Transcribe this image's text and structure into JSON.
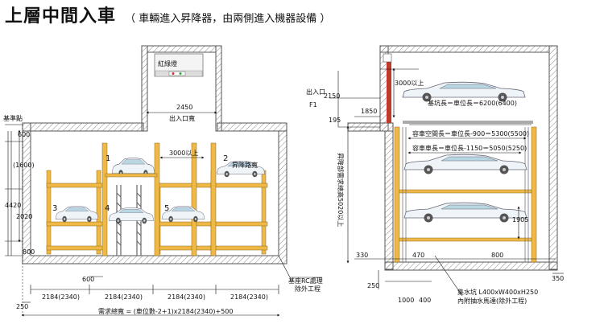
{
  "title": "上層中間入車",
  "subtitle": "（ 車輛進入昇降器，由兩側進入機器設備 ）",
  "left": {
    "datum_label": "基準點",
    "d_600": "600",
    "d_1600": "(1600)",
    "d_4420": "4420",
    "d_2020": "2020",
    "d_800": "800",
    "warning_light": "紅綠燈",
    "d_2450": "2450",
    "entry_width": "出入口寬",
    "d_3000": "3000以上",
    "lift_width": "昇降路寬",
    "pos_1": "1",
    "pos_2": "2",
    "pos_3": "3",
    "pos_4": "4",
    "pos_5": "5",
    "d_600b": "600",
    "bays": [
      "2184(2340)",
      "2184(2340)",
      "2184(2340)",
      "2184(2340)"
    ],
    "d_250": "250",
    "total_width": "需求總寬 = (車位數-2+1)x2184(2340)+500",
    "foundation_1": "基座RC處理",
    "foundation_2": "除外工程"
  },
  "right": {
    "entry": "出入口",
    "floor": "F1",
    "d_2150": "2150",
    "d_1850": "1850",
    "d_195": "195",
    "d_3000": "3000以上",
    "base_length": "基坑長＝車位長＝6200(6400)",
    "space_length": "容車空間長＝車位長-900＝5300(5500)",
    "car_length": "容車車長＝車位長-1150＝5050(5250)",
    "pit_height": "昇降部需求總高5020以上",
    "d_1905": "1905",
    "d_330": "330",
    "d_470": "470",
    "d_800": "800",
    "d_250": "250",
    "d_1000": "1000",
    "d_400": "400",
    "sump_1": "集水坑 L400xW400xH250",
    "sump_2": "內附抽水馬達(除外工程)",
    "d_350": "350"
  }
}
